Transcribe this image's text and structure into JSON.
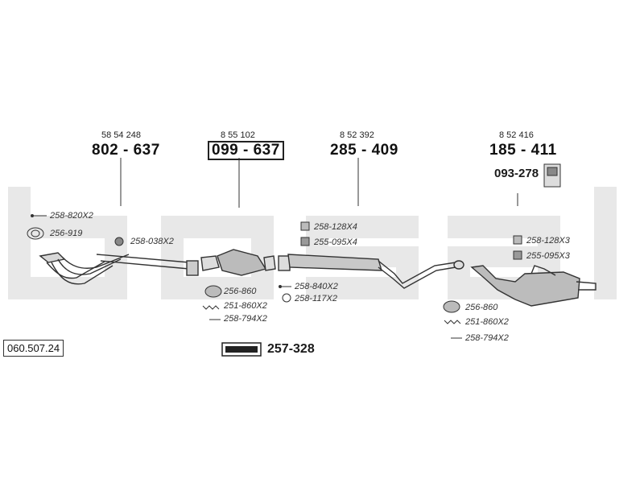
{
  "diagram": {
    "reference": "060.507.24",
    "brand": "bosal",
    "sections": [
      {
        "oe": "58 54 248",
        "number": "802 - 637"
      },
      {
        "oe": "8 55 102",
        "number": "099 - 637"
      },
      {
        "oe": "8 52 392",
        "number": "285 - 409"
      },
      {
        "oe": "8 52 416",
        "number": "185 - 411"
      }
    ],
    "hanger": "093-278",
    "kit": "257-328",
    "parts": {
      "p1": "258-820X2",
      "p2": "256-919",
      "p3": "258-038X2",
      "p4": "256-860",
      "p5": "251-860X2",
      "p6": "258-794X2",
      "p7": "258-128X4",
      "p8": "255-095X4",
      "p9": "258-840X2",
      "p10": "258-117X2",
      "p11": "258-128X3",
      "p12": "255-095X3",
      "p13": "256-860",
      "p14": "251-860X2",
      "p15": "258-794X2"
    }
  }
}
